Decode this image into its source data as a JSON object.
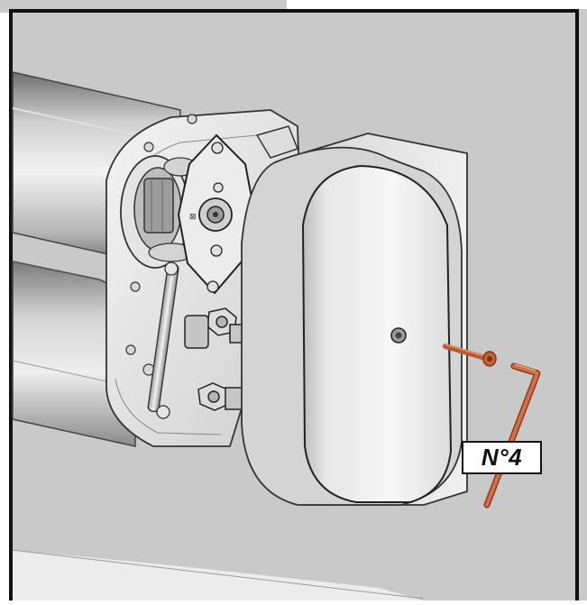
{
  "figure": {
    "callout_label": "N°4",
    "hardware": {
      "screw": "socket-head-screw",
      "tool": "hex-key-allen-wrench",
      "tool_color": "#c8603a"
    },
    "colors": {
      "wall": "#c9c9c9",
      "frame": "#111111",
      "metal_light": "#e8e8e8",
      "metal_shadow": "#8e8e8e"
    }
  }
}
